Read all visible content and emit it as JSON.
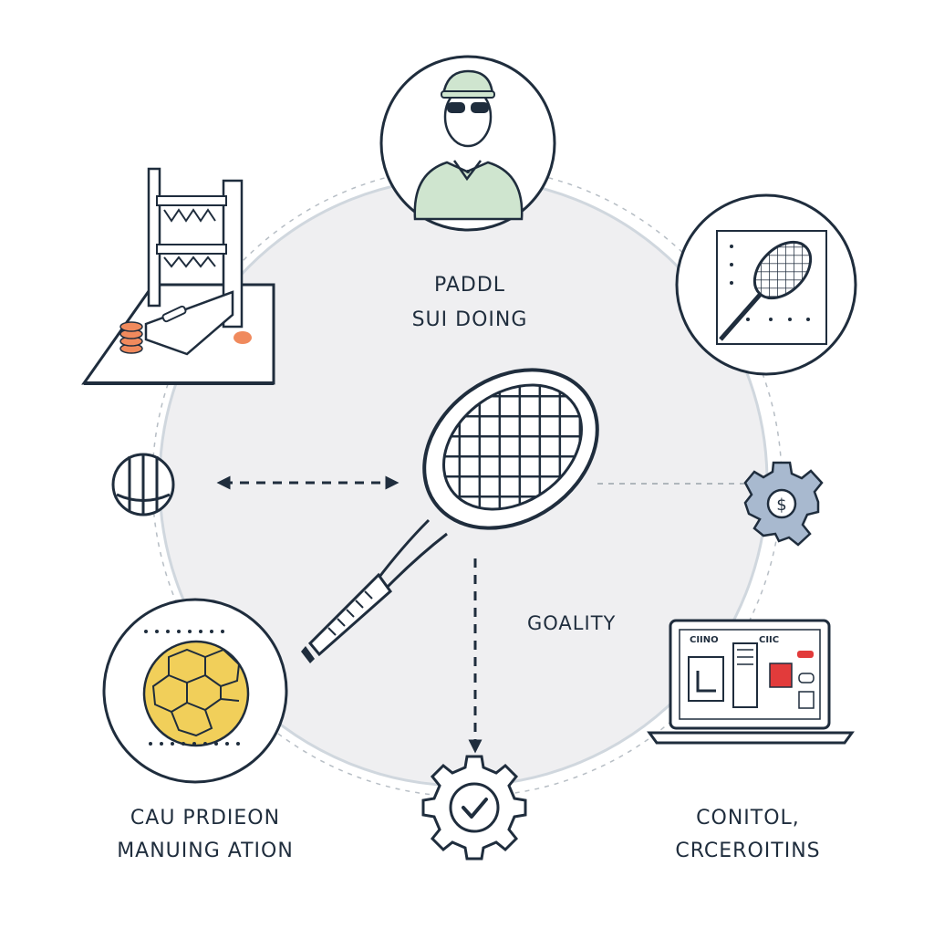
{
  "labels": {
    "center_top_1": "PADDL",
    "center_top_2": "SUI DOING",
    "quality": "GOALITY",
    "left_bottom_1": "CAU PRDIEON",
    "left_bottom_2": "MANUING ATION",
    "right_bottom_1": "CONITOL,",
    "right_bottom_2": "CRCEROITINS",
    "laptop_text_1": "CIINO",
    "laptop_text_2": "CIIC",
    "gear_symbol": "$"
  },
  "colors": {
    "line": "#1f2d3d",
    "disc_fill": "#efeff1",
    "disc_stroke": "#d0d7de",
    "dashed": "#9aa3ab",
    "shirt": "#cfe5cf",
    "ball": "#f1cf5a",
    "accent_red": "#e23b3b",
    "orange": "#f08a5d",
    "gear_blue": "#a8b9cf"
  }
}
